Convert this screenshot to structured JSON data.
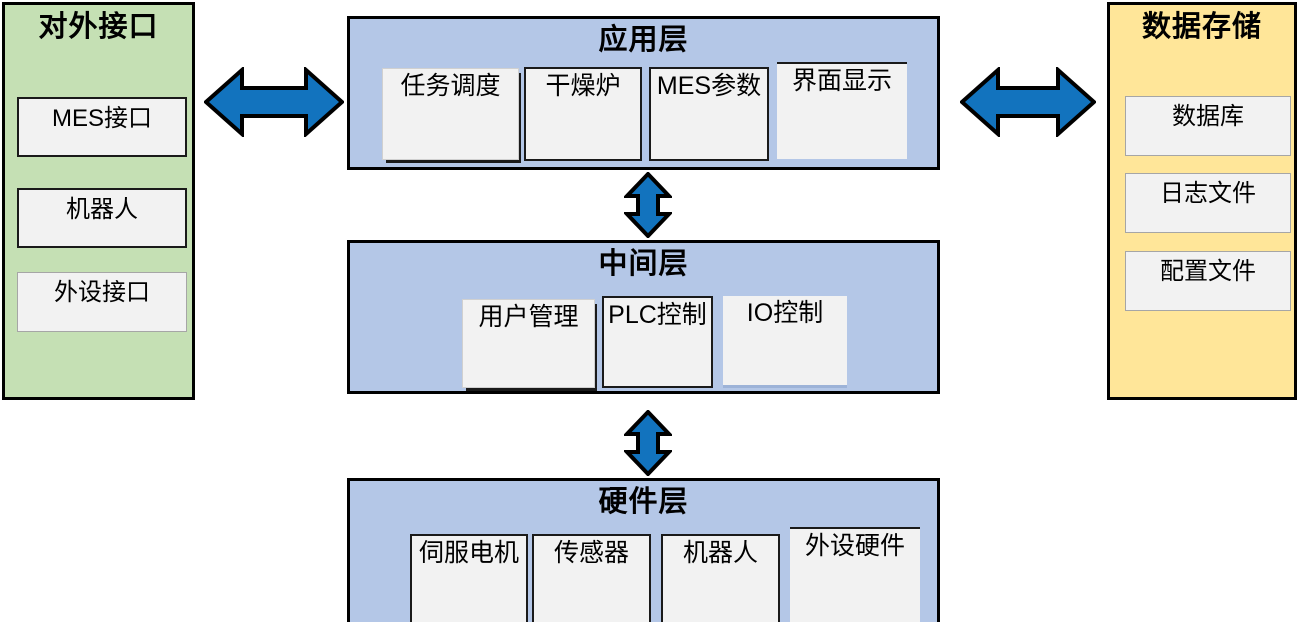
{
  "diagram": {
    "title_hidden": "软件系统分层架构图",
    "accent_blue": "#1273BE",
    "layer_fill": "#B4C7E7",
    "green_fill": "#C5E0B4",
    "yellow_fill": "#FFE699",
    "module_fill": "#F2F2F2",
    "outline": "#000000"
  },
  "left_panel": {
    "title": "对外接口",
    "fill": "#C5E0B4",
    "items": [
      {
        "label": "MES接口"
      },
      {
        "label": "机器人"
      },
      {
        "label": "外设接口"
      }
    ]
  },
  "right_panel": {
    "title": "数据存储",
    "fill": "#FFE699",
    "items": [
      {
        "label": "数据库"
      },
      {
        "label": "日志文件"
      },
      {
        "label": "配置文件"
      }
    ]
  },
  "layers": [
    {
      "title": "应用层",
      "modules": [
        {
          "label": "任务调度"
        },
        {
          "label": "干燥炉"
        },
        {
          "label": "MES参数"
        },
        {
          "label": "界面显示"
        }
      ]
    },
    {
      "title": "中间层",
      "modules": [
        {
          "label": "用户管理"
        },
        {
          "label": "PLC控制"
        },
        {
          "label": "IO控制"
        }
      ]
    },
    {
      "title": "硬件层",
      "modules": [
        {
          "label": "伺服电机"
        },
        {
          "label": "传感器"
        },
        {
          "label": "机器人"
        },
        {
          "label": "外设硬件"
        }
      ]
    }
  ],
  "connectors": [
    {
      "name": "left-to-application",
      "direction": "bidirectional-horizontal"
    },
    {
      "name": "application-to-data-store",
      "direction": "bidirectional-horizontal"
    },
    {
      "name": "application-to-middle",
      "direction": "bidirectional-vertical"
    },
    {
      "name": "middle-to-hardware",
      "direction": "bidirectional-vertical"
    }
  ]
}
